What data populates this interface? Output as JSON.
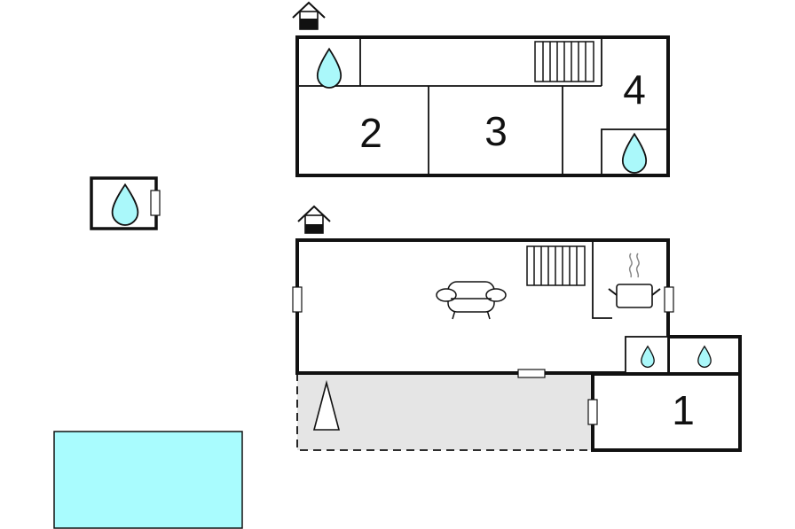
{
  "rooms": {
    "room_1": "1",
    "room_2": "2",
    "room_3": "3",
    "room_4": "4"
  },
  "icons": [
    "house-icon",
    "water-drop-icon",
    "stairs-icon",
    "sofa-icon",
    "cooking-pot-icon",
    "parasol-icon"
  ],
  "colors": {
    "wall": "#111111",
    "water": "#aaf8fa",
    "pool": "#a9fcfe",
    "terrace": "#e5e5e5",
    "background": "#ffffff"
  }
}
